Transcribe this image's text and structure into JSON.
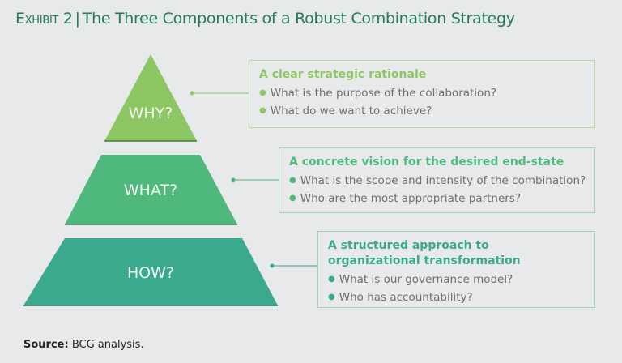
{
  "title": {
    "exhibit": "Exhibit 2",
    "separator": "|",
    "text": "The Three Components of a Robust Combination Strategy"
  },
  "colors": {
    "why": "#8cc764",
    "what": "#4fb87c",
    "how": "#3aa98e",
    "title": "#237a5c",
    "background": "#e8e9eb"
  },
  "levels": [
    {
      "label": "WHY?",
      "heading": "A clear strategic rationale",
      "bullets": [
        "What is the purpose of the collaboration?",
        "What do we want to achieve?"
      ]
    },
    {
      "label": "WHAT?",
      "heading": "A concrete vision for the desired end-state",
      "bullets": [
        "What is the scope and intensity of the combination?",
        "Who are the most appropriate partners?"
      ]
    },
    {
      "label": "HOW?",
      "heading": "A structured approach to organizational transformation",
      "bullets": [
        "What is our governance model?",
        "Who has accountability?"
      ]
    }
  ],
  "source": {
    "label": "Source:",
    "text": "BCG analysis."
  }
}
